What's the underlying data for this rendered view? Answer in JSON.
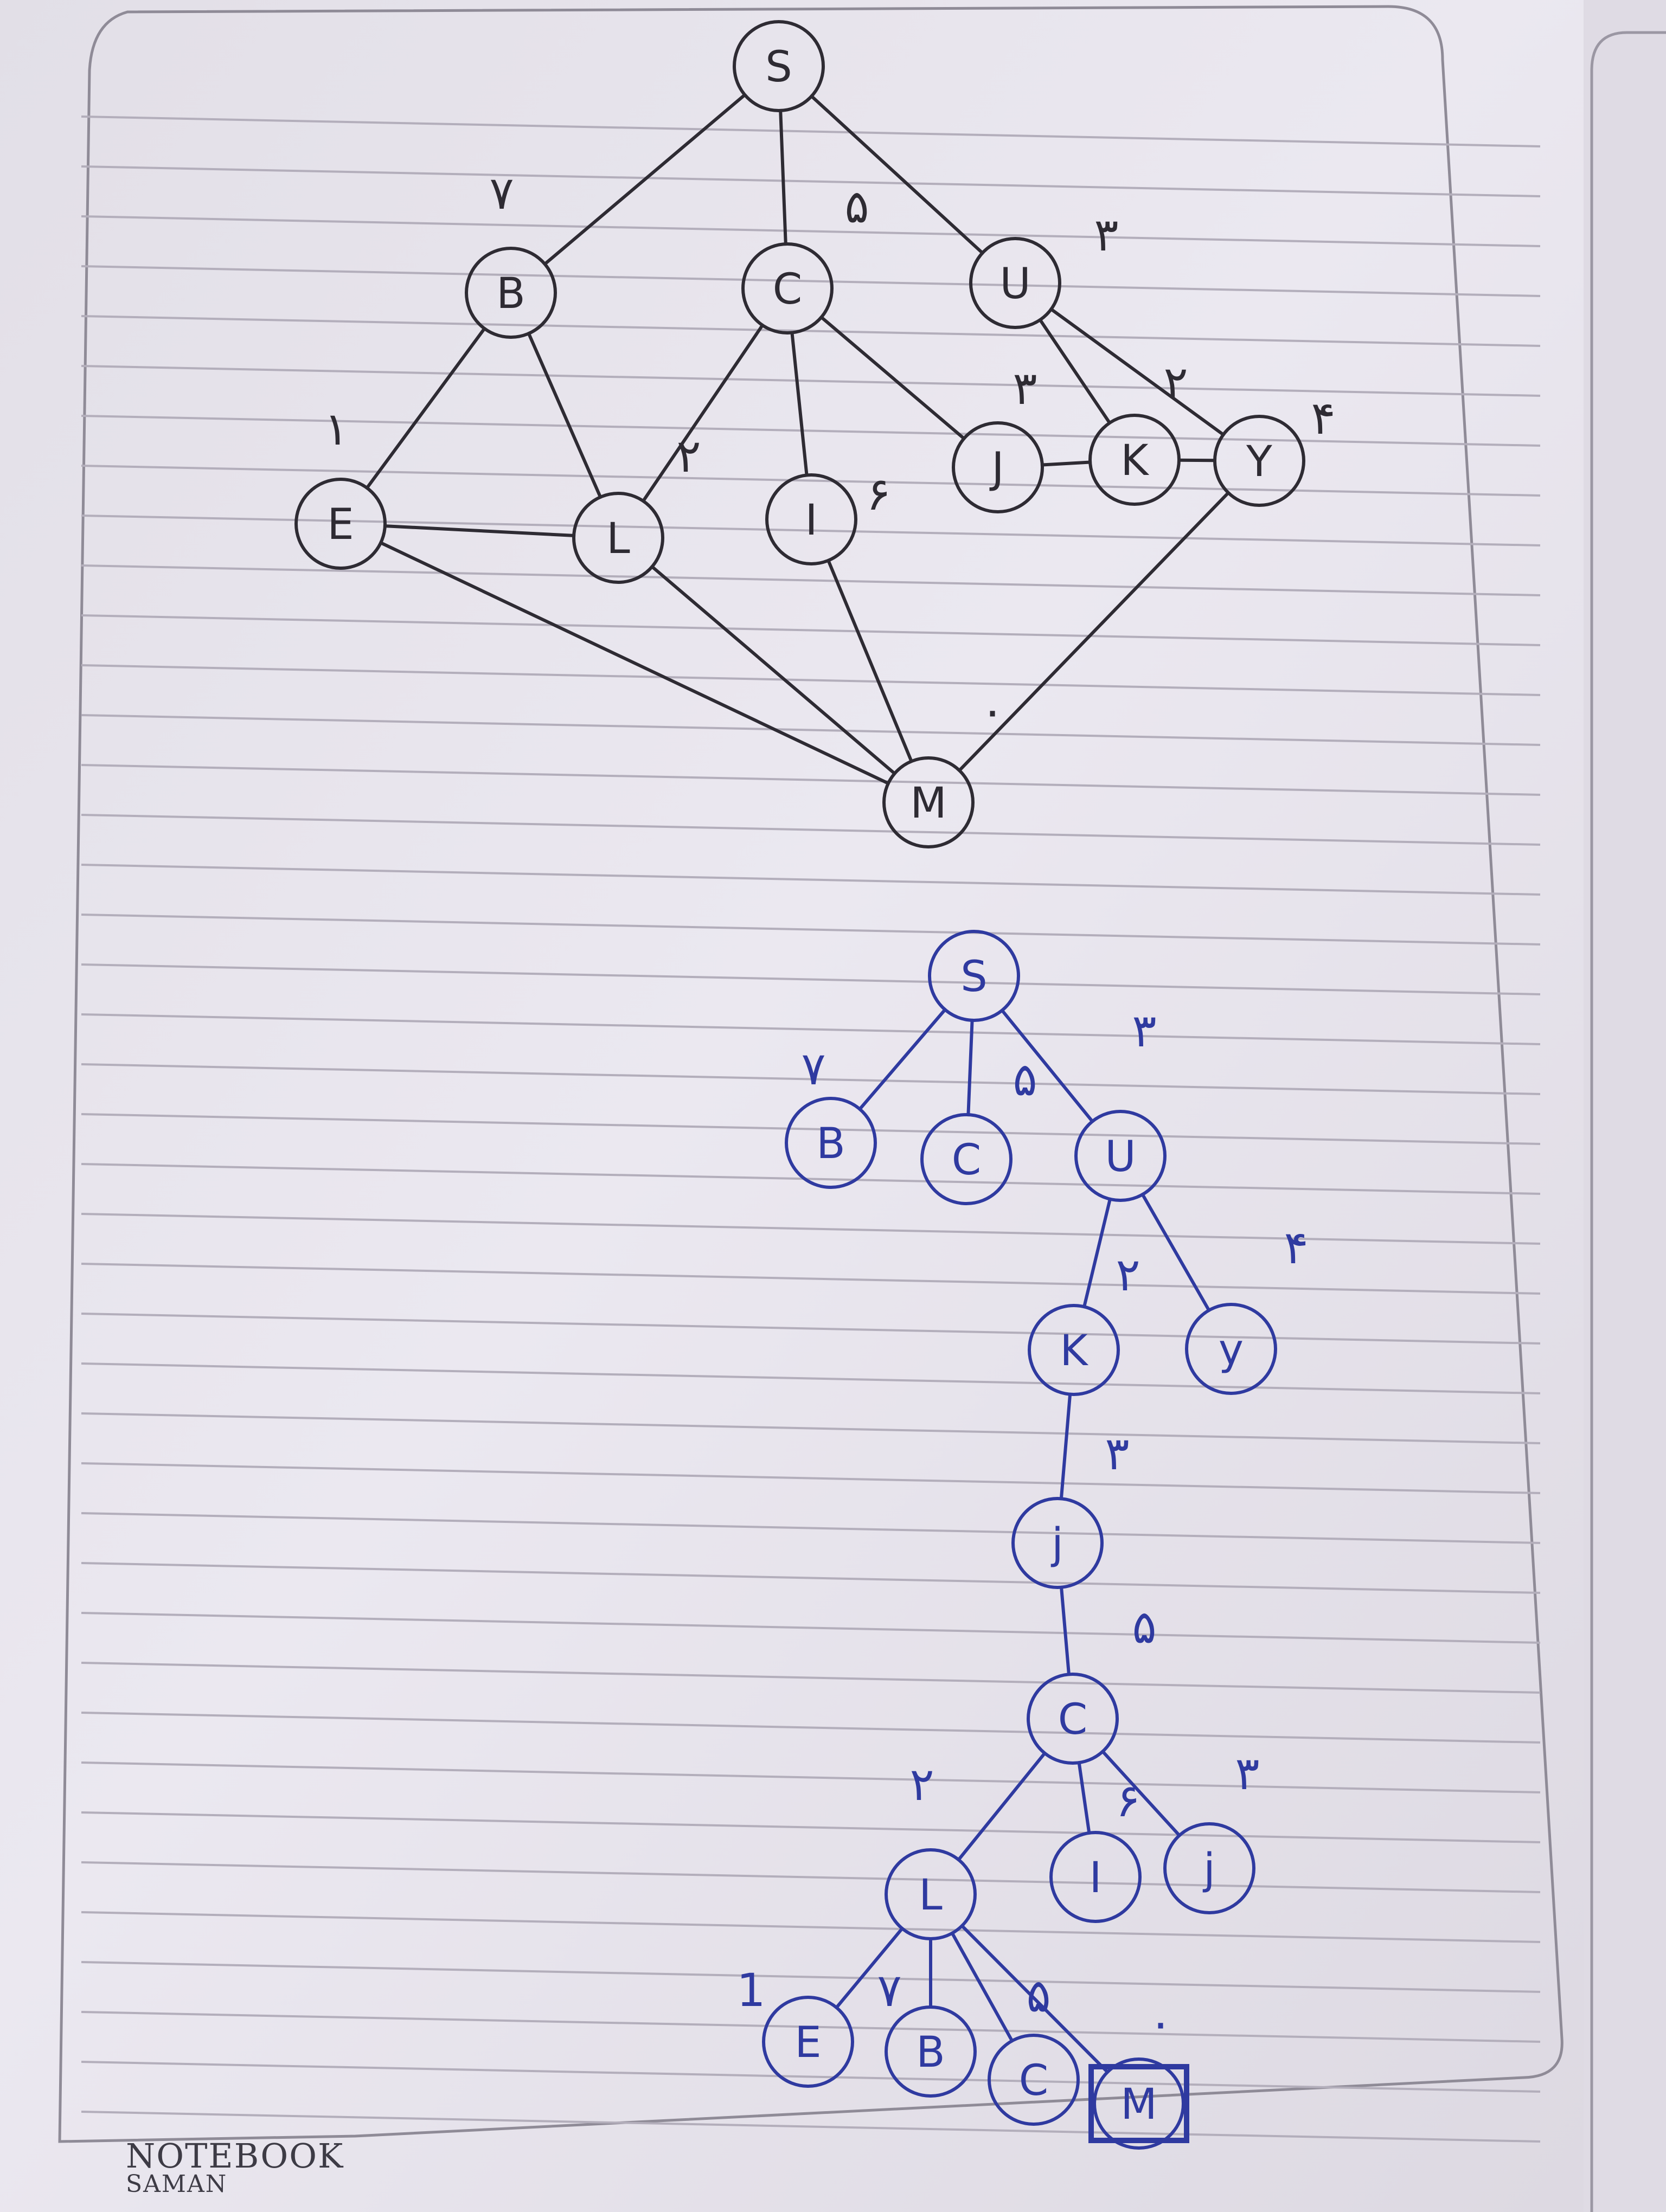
{
  "footer": {
    "brand_line1": "NOTEBOOK",
    "brand_line2": "SAMAN"
  },
  "graph": {
    "nodes": [
      {
        "id": "S",
        "label": "S"
      },
      {
        "id": "B",
        "label": "B",
        "cost": "۷"
      },
      {
        "id": "C",
        "label": "C",
        "cost": "۵"
      },
      {
        "id": "U",
        "label": "U",
        "cost": "۳"
      },
      {
        "id": "E",
        "label": "E",
        "cost": "۱"
      },
      {
        "id": "L",
        "label": "L",
        "cost": "۲"
      },
      {
        "id": "I",
        "label": "I",
        "cost": "۶"
      },
      {
        "id": "J",
        "label": "J",
        "cost": "۳"
      },
      {
        "id": "K",
        "label": "K",
        "cost": "۲"
      },
      {
        "id": "Y",
        "label": "Y",
        "cost": "۴"
      },
      {
        "id": "M",
        "label": "M",
        "cost": "۰"
      }
    ],
    "edges": [
      [
        "S",
        "B"
      ],
      [
        "S",
        "C"
      ],
      [
        "S",
        "U"
      ],
      [
        "B",
        "E"
      ],
      [
        "B",
        "L"
      ],
      [
        "C",
        "L"
      ],
      [
        "C",
        "I"
      ],
      [
        "C",
        "J"
      ],
      [
        "U",
        "K"
      ],
      [
        "U",
        "Y"
      ],
      [
        "J",
        "K"
      ],
      [
        "K",
        "Y"
      ],
      [
        "E",
        "L"
      ],
      [
        "E",
        "M"
      ],
      [
        "L",
        "M"
      ],
      [
        "I",
        "M"
      ],
      [
        "Y",
        "M"
      ]
    ]
  },
  "tree": {
    "nodes": [
      {
        "id": "t_S",
        "label": "S"
      },
      {
        "id": "t_B1",
        "label": "B",
        "cost": "۷"
      },
      {
        "id": "t_C1",
        "label": "C",
        "cost": "۵"
      },
      {
        "id": "t_U",
        "label": "U",
        "cost": "۳"
      },
      {
        "id": "t_K",
        "label": "K",
        "cost": "۲"
      },
      {
        "id": "t_Y",
        "label": "y",
        "cost": "۴"
      },
      {
        "id": "t_J1",
        "label": "j",
        "cost": "۳"
      },
      {
        "id": "t_C2",
        "label": "C",
        "cost": "۵"
      },
      {
        "id": "t_L",
        "label": "L",
        "cost": "۲"
      },
      {
        "id": "t_I",
        "label": "I",
        "cost": "۶"
      },
      {
        "id": "t_J2",
        "label": "j",
        "cost": "۳"
      },
      {
        "id": "t_E",
        "label": "E",
        "cost": "1"
      },
      {
        "id": "t_B2",
        "label": "B",
        "cost": "۷"
      },
      {
        "id": "t_C3",
        "label": "C",
        "cost": "۵"
      },
      {
        "id": "t_M",
        "label": "M",
        "cost": "۰",
        "goal": true
      }
    ],
    "edges": [
      [
        "t_S",
        "t_B1"
      ],
      [
        "t_S",
        "t_C1"
      ],
      [
        "t_S",
        "t_U"
      ],
      [
        "t_U",
        "t_K"
      ],
      [
        "t_U",
        "t_Y"
      ],
      [
        "t_K",
        "t_J1"
      ],
      [
        "t_J1",
        "t_C2"
      ],
      [
        "t_C2",
        "t_L"
      ],
      [
        "t_C2",
        "t_I"
      ],
      [
        "t_C2",
        "t_J2"
      ],
      [
        "t_L",
        "t_E"
      ],
      [
        "t_L",
        "t_B2"
      ],
      [
        "t_L",
        "t_C3"
      ],
      [
        "t_L",
        "t_M"
      ]
    ]
  },
  "colors": {
    "pencil": "#2e2b33",
    "pen": "#2f3aa0",
    "paper": "#e9e6ee",
    "rule": "#b3aebb",
    "margin": "#8e8a96"
  }
}
